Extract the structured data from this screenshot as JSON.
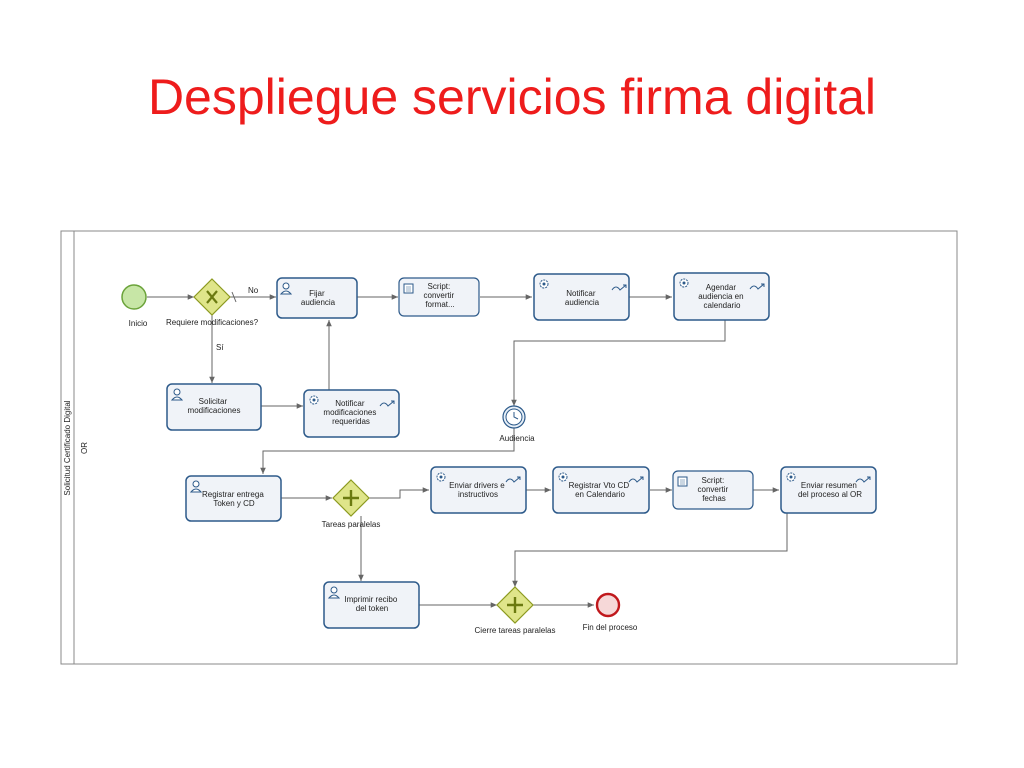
{
  "slide": {
    "title": "Despliegue servicios firma digital"
  },
  "pool": {
    "name": "Solicitud Certificado Digital",
    "lane": "OR"
  },
  "tasks": {
    "fijar": [
      "Fijar",
      "audiencia"
    ],
    "script1": [
      "Script:",
      "convertir",
      "format..."
    ],
    "notificar_audiencia": [
      "Notificar",
      "audiencia"
    ],
    "agendar": [
      "Agendar",
      "audiencia en",
      "calendario"
    ],
    "solicitar": [
      "Solicitar",
      "modificaciones"
    ],
    "notificar_mod": [
      "Notificar",
      "modificaciones",
      "requeridas"
    ],
    "registrar_entrega": [
      "Registrar entrega",
      "Token y CD"
    ],
    "enviar_drivers": [
      "Enviar drivers e",
      "instructivos"
    ],
    "registrar_vto": [
      "Registrar Vto CD",
      "en Calendario"
    ],
    "script2": [
      "Script:",
      "convertir",
      "fechas"
    ],
    "enviar_resumen": [
      "Enviar resumen",
      "del proceso al OR"
    ],
    "imprimir": [
      "Imprimir recibo",
      "del token"
    ]
  },
  "events": {
    "inicio": "Inicio",
    "audiencia": "Audiencia",
    "fin": "Fin del proceso"
  },
  "gateways": {
    "requiere": "Requiere modificaciones?",
    "paralelas": "Tareas paralelas",
    "cierre": "Cierre tareas paralelas"
  },
  "flows": {
    "no": "No",
    "si": "Sí"
  },
  "colors": {
    "title": "#ee1c1c",
    "task_border": "#2d5a8a",
    "task_fill": "#f0f3f8",
    "start": "#8fc95a",
    "end": "#c0181c",
    "gateway": "#c8d64a",
    "line": "#666666"
  }
}
